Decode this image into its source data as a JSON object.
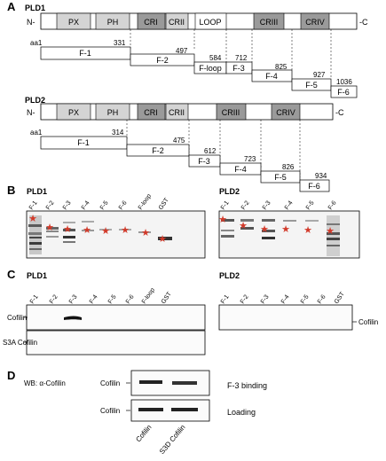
{
  "panels": {
    "A": {
      "label": "A",
      "pld1": {
        "title": "PLD1",
        "n_term": "N-",
        "c_term": "-C",
        "domains": [
          "PX",
          "PH",
          "CRI",
          "CRII",
          "LOOP",
          "CRIII",
          "CRIV"
        ],
        "aa_label": "aa1",
        "boundaries": [
          "331",
          "497",
          "584",
          "712",
          "825",
          "927",
          "1036"
        ],
        "fragments": [
          "F-1",
          "F-2",
          "F-loop",
          "F-3",
          "F-4",
          "F-5",
          "F-6"
        ]
      },
      "pld2": {
        "title": "PLD2",
        "n_term": "N-",
        "c_term": "-C",
        "domains": [
          "PX",
          "PH",
          "CRI",
          "CRII",
          "CRIII",
          "CRIV"
        ],
        "aa_label": "aa1",
        "boundaries": [
          "314",
          "475",
          "612",
          "723",
          "826",
          "934"
        ],
        "fragments": [
          "F-1",
          "F-2",
          "F-3",
          "F-4",
          "F-5",
          "F-6"
        ]
      }
    },
    "B": {
      "label": "B",
      "pld1_title": "PLD1",
      "pld2_title": "PLD2",
      "pld1_lanes": [
        "F-1",
        "F-2",
        "F-3",
        "F-4",
        "F-5",
        "F-6",
        "F-loop",
        "GST"
      ],
      "pld2_lanes": [
        "F-1",
        "F-2",
        "F-3",
        "F-4",
        "F-5",
        "F-6"
      ]
    },
    "C": {
      "label": "C",
      "pld1_title": "PLD1",
      "pld2_title": "PLD2",
      "pld1_lanes": [
        "F-1",
        "F-2",
        "F-3",
        "F-4",
        "F-5",
        "F-6",
        "F-loop",
        "GST"
      ],
      "pld2_lanes": [
        "F-1",
        "F-2",
        "F-3",
        "F-4",
        "F-5",
        "F-6",
        "GST"
      ],
      "row1_label": "Cofilin",
      "row2_label": "S3A Cofilin",
      "pld2_right_label": "Cofilin"
    },
    "D": {
      "label": "D",
      "wb_label": "WB: α-Cofilin",
      "row1_label": "Cofilin",
      "row2_label": "Cofilin",
      "row1_right": "F-3 binding",
      "row2_right": "Loading",
      "lanes": [
        "Cofilin",
        "S3D Cofilin"
      ]
    }
  },
  "colors": {
    "light_domain": "#d4d4d4",
    "dark_domain": "#9a9a9a",
    "star": "#d23a2a"
  }
}
